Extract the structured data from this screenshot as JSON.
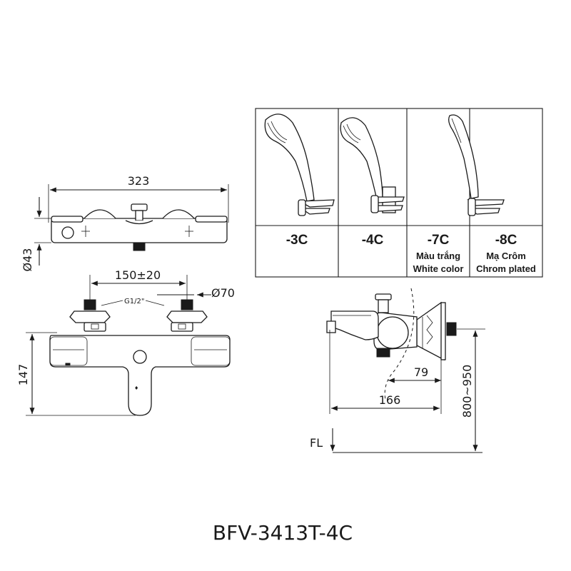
{
  "dimensions": {
    "width_total": "323",
    "diameter_body": "Ø43",
    "inlet_spacing": "150±20",
    "inlet_thread": "G1/2\"",
    "diameter_inlet": "Ø70",
    "height_front": "147",
    "projection_outlet": "79",
    "projection_spout": "166",
    "mount_height": "800~950",
    "floor_level": "FL"
  },
  "variants": [
    {
      "code": "-3C",
      "line1": "",
      "line2": ""
    },
    {
      "code": "-4C",
      "line1": "",
      "line2": ""
    },
    {
      "code": "-7C",
      "line1": "Màu trắng",
      "line2": "White color"
    },
    {
      "code": "-8C",
      "line1": "Mạ Crôm",
      "line2": "Chrom plated"
    }
  ],
  "model": "BFV-3413T-4C",
  "colors": {
    "line": "#1a1a1a",
    "background": "#ffffff"
  }
}
